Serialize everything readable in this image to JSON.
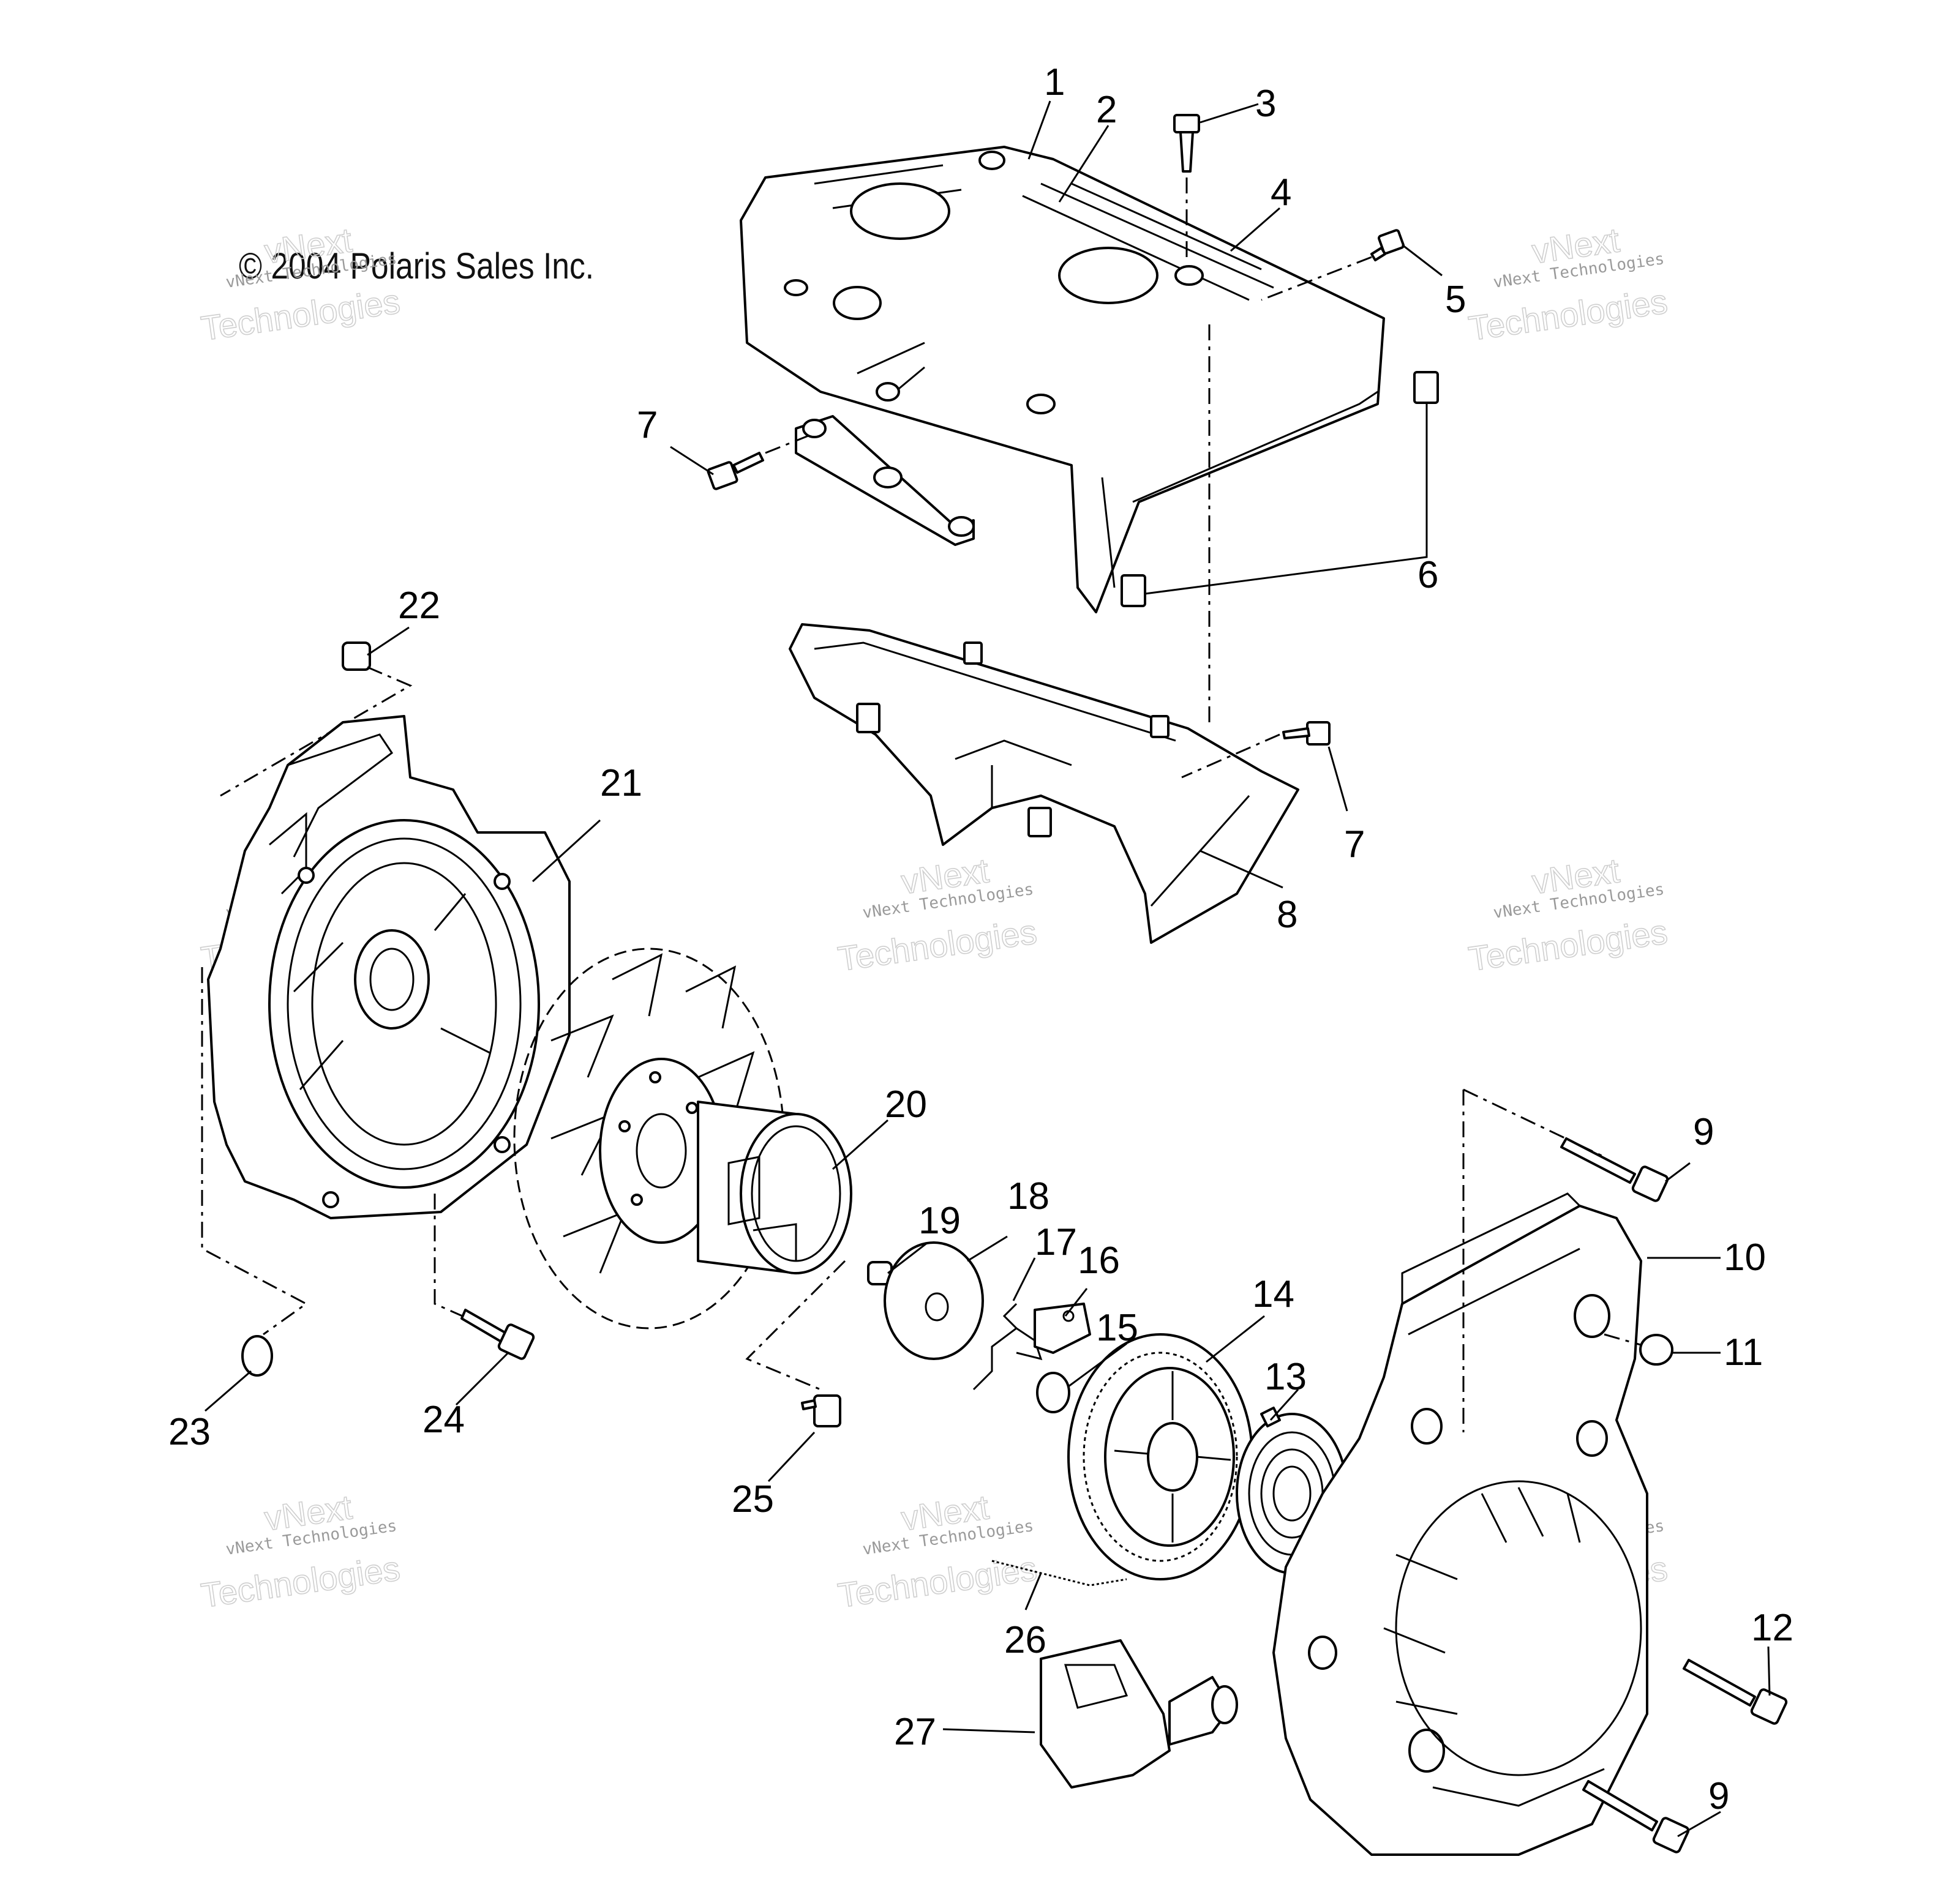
{
  "copyright": "© 2004 Polaris Sales Inc.",
  "watermark": {
    "line1": "vNext Technologies",
    "line2": "vNext",
    "line3": "Technologies"
  },
  "callouts": [
    "1",
    "2",
    "3",
    "4",
    "5",
    "6",
    "7",
    "7",
    "8",
    "9",
    "9",
    "10",
    "11",
    "12",
    "13",
    "14",
    "15",
    "16",
    "17",
    "18",
    "19",
    "20",
    "21",
    "22",
    "23",
    "24",
    "25",
    "26",
    "27"
  ],
  "parts": {
    "p1": "1",
    "p2": "2",
    "p3": "3",
    "p4": "4",
    "p5": "5",
    "p6": "6",
    "p7a": "7",
    "p7b": "7",
    "p8": "8",
    "p9a": "9",
    "p9b": "9",
    "p10": "10",
    "p11": "11",
    "p12": "12",
    "p13": "13",
    "p14": "14",
    "p15": "15",
    "p16": "16",
    "p17": "17",
    "p18": "18",
    "p19": "19",
    "p20": "20",
    "p21": "21",
    "p22": "22",
    "p23": "23",
    "p24": "24",
    "p25": "25",
    "p26": "26",
    "p27": "27"
  }
}
